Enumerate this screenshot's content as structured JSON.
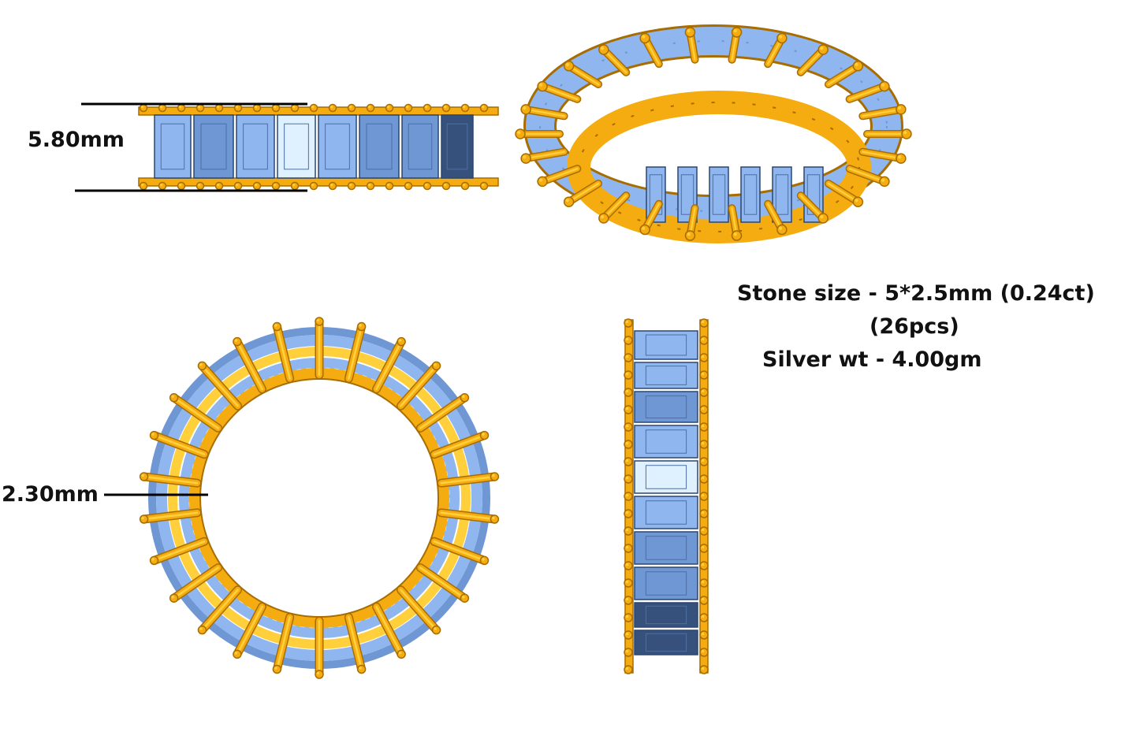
{
  "colors": {
    "gold": "#f5ac10",
    "gold_light": "#ffcf3c",
    "gold_dark": "#a86d00",
    "stone": "#8fb6ee",
    "stone_light": "#dff1ff",
    "stone_mid": "#6f97d4",
    "stone_dark": "#36527c",
    "line": "#000000"
  },
  "dimensions": {
    "height_label": "5.80mm",
    "thickness_label": "2.30mm"
  },
  "specs": {
    "stone_size": "Stone size - 5*2.5mm (0.24ct)",
    "stone_count": "(26pcs)",
    "silver_weight": "Silver wt - 4.00gm"
  },
  "views": [
    "side-view",
    "perspective-view",
    "top-view",
    "front-view"
  ]
}
